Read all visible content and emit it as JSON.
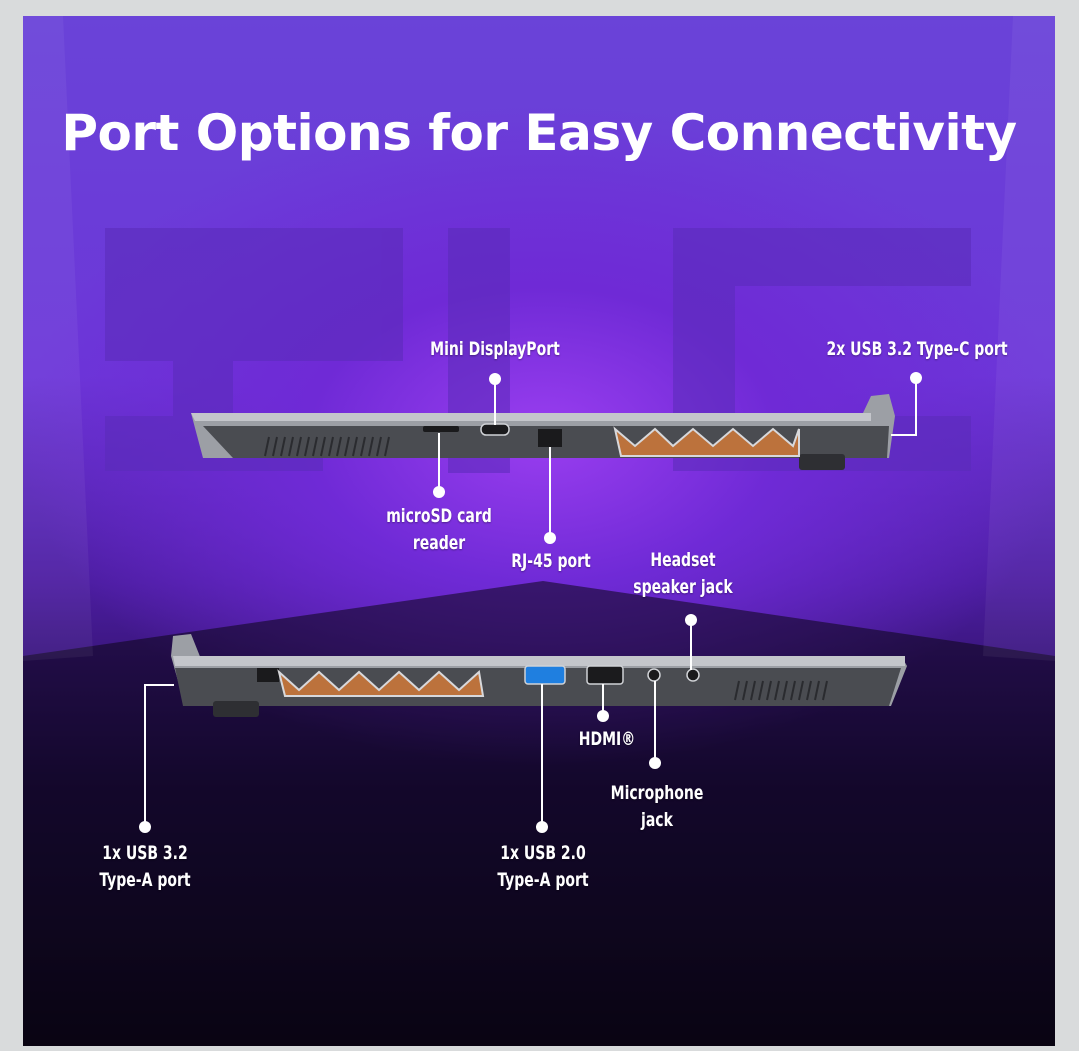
{
  "title": "Port Options for Easy Connectivity",
  "labels": {
    "mini_displayport": "Mini DisplayPort",
    "usb_c": "2x USB 3.2 Type-C port",
    "microsd_line1": "microSD card",
    "microsd_line2": "reader",
    "rj45": "RJ-45 port",
    "headset_line1": "Headset",
    "headset_line2": "speaker jack",
    "hdmi": "HDMI®",
    "microphone_line1": "Microphone",
    "microphone_line2": "jack",
    "usb32a_line1": "1x USB 3.2",
    "usb32a_line2": "Type-A port",
    "usb20a_line1": "1x USB 2.0",
    "usb20a_line2": "Type-A port"
  },
  "colors": {
    "accent_purple": "#7b2ff0",
    "usb_blue": "#1f7fe0",
    "vent_orange": "#c9773a",
    "chassis": "#8a8d92"
  }
}
